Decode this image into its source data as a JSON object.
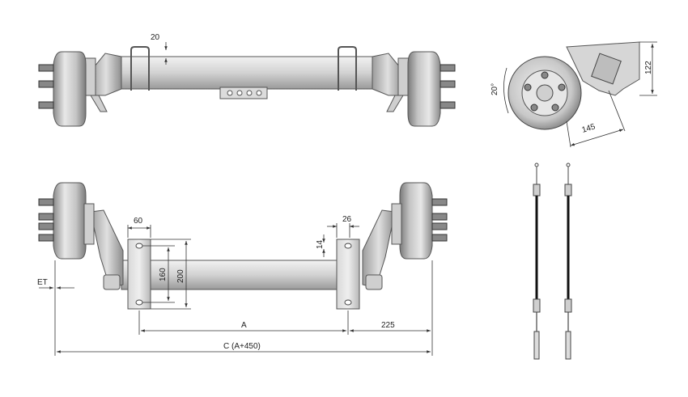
{
  "dimensions": {
    "top_offset": "20",
    "plate_width": "60",
    "bracket_width": "26",
    "slot_offset": "14",
    "hole_spacing": "160",
    "plate_height": "200",
    "et_label": "ET",
    "a_label": "A",
    "end_length": "225",
    "c_label": "C (A+450)",
    "angle": "20°",
    "flange_height": "122",
    "arm_length": "145"
  },
  "colors": {
    "metal_light": "#e4e4e4",
    "metal_mid": "#b9b9b9",
    "metal_dark": "#6f6f6f",
    "line": "#333333"
  }
}
